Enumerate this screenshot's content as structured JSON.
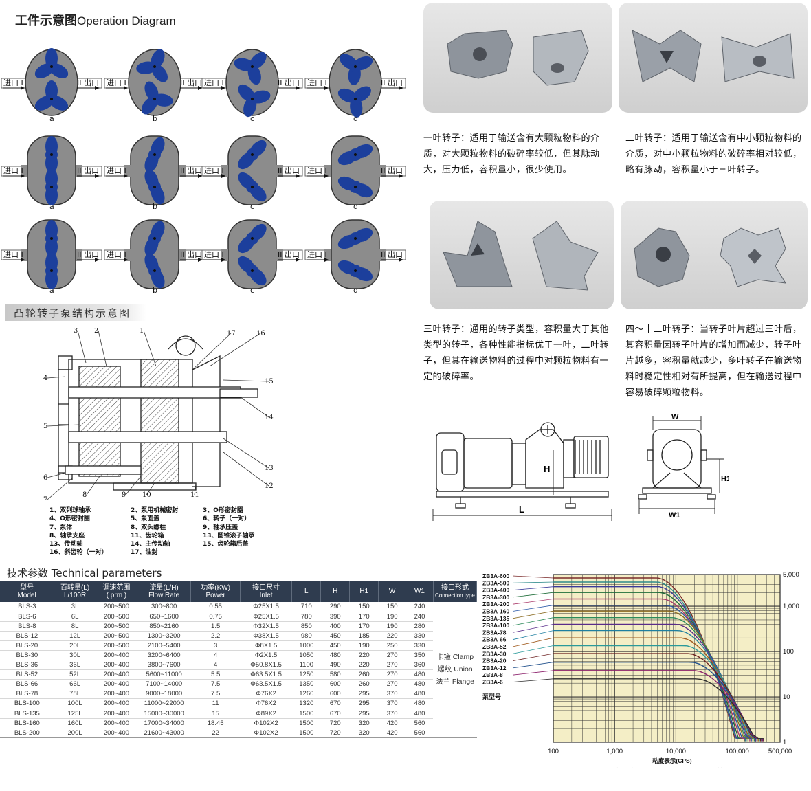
{
  "operation": {
    "title_cn": "工件示意图",
    "title_en": "Operation Diagram",
    "inlet": "进口",
    "inlet_mark": "I",
    "outlet": "出口",
    "outlet_mark": "II",
    "steps": [
      "a",
      "b",
      "c",
      "d"
    ]
  },
  "structure": {
    "title": "凸轮转子泵结构示意图",
    "callouts": [
      "1",
      "2",
      "3",
      "4",
      "5",
      "6",
      "7",
      "8",
      "9",
      "10",
      "11",
      "12",
      "13",
      "14",
      "15",
      "16",
      "17"
    ],
    "legend": [
      [
        "1、双列球轴承",
        "2、泵用机械密封",
        "3、O形密封圈"
      ],
      [
        "4、O形密封圈",
        "5、泵面盖",
        "6、转子（一对）"
      ],
      [
        "7、泵体",
        "8、双头螺柱",
        "9、轴承压盖"
      ],
      [
        "8、轴承支座",
        "11、齿轮箱",
        "13、圆锥滚子轴承"
      ],
      [
        "13、传动轴",
        "14、主传动轴",
        "15、齿轮箱后盖"
      ],
      [
        "16、斜齿轮（一对）",
        "17、油封",
        ""
      ]
    ]
  },
  "rotors": [
    {
      "desc": "一叶转子：适用于输送含有大颗粒物料的介质，对大颗粒物料的破碎率较低，但其脉动大，压力低，容积量小，很少使用。"
    },
    {
      "desc": "二叶转子：适用于输送含有中小颗粒物料的介质，对中小颗粒物料的破碎率相对较低，略有脉动，容积量小于三叶转子。"
    },
    {
      "desc": "三叶转子：通用的转子类型，容积量大于其他类型的转子，各种性能指标优于一叶，二叶转子，但其在输送物料的过程中对颗粒物料有一定的破碎率。"
    },
    {
      "desc": "四～十二叶转子：当转子叶片超过三叶后，其容积量因转子叶片的增加而减少，转子叶片越多，容积量就越少，多叶转子在输送物料时稳定性相对有所提高，但在输送过程中容易破碎颗粒物料。"
    }
  ],
  "dimensions": {
    "L": "L",
    "H": "H",
    "W": "W",
    "H1": "H1",
    "W1": "W1"
  },
  "tech": {
    "title": "技术参数 Technical parameters",
    "headers": [
      [
        "型号",
        "Model"
      ],
      [
        "百转量(L)",
        "L/100R"
      ],
      [
        "调速范围",
        "( prm )"
      ],
      [
        "流量(L/H)",
        "Flow Rate"
      ],
      [
        "功率(KW)",
        "Power"
      ],
      [
        "接口尺寸",
        "Inlet"
      ],
      [
        "L",
        ""
      ],
      [
        "H",
        ""
      ],
      [
        "H1",
        ""
      ],
      [
        "W",
        ""
      ],
      [
        "W1",
        ""
      ],
      [
        "接口形式",
        "Connection type"
      ]
    ],
    "rows": [
      [
        "BLS-3",
        "3L",
        "200~500",
        "300~800",
        "0.55",
        "Φ25X1.5",
        "710",
        "290",
        "150",
        "150",
        "240"
      ],
      [
        "BLS-6",
        "6L",
        "200~500",
        "650~1600",
        "0.75",
        "Φ25X1.5",
        "780",
        "390",
        "170",
        "190",
        "240"
      ],
      [
        "BLS-8",
        "8L",
        "200~500",
        "850~2160",
        "1.5",
        "Φ32X1.5",
        "850",
        "400",
        "170",
        "190",
        "280"
      ],
      [
        "BLS-12",
        "12L",
        "200~500",
        "1300~3200",
        "2.2",
        "Φ38X1.5",
        "980",
        "450",
        "185",
        "220",
        "330"
      ],
      [
        "BLS-20",
        "20L",
        "200~500",
        "2100~5400",
        "3",
        "Φ8X1.5",
        "1000",
        "450",
        "190",
        "250",
        "330"
      ],
      [
        "BLS-30",
        "30L",
        "200~400",
        "3200~6400",
        "4",
        "Φ2X1.5",
        "1050",
        "480",
        "220",
        "270",
        "350"
      ],
      [
        "BLS-36",
        "36L",
        "200~400",
        "3800~7600",
        "4",
        "Φ50.8X1.5",
        "1100",
        "490",
        "220",
        "270",
        "360"
      ],
      [
        "BLS-52",
        "52L",
        "200~400",
        "5600~11000",
        "5.5",
        "Φ63.5X1.5",
        "1250",
        "580",
        "260",
        "270",
        "480"
      ],
      [
        "BLS-66",
        "66L",
        "200~400",
        "7100~14000",
        "7.5",
        "Φ63.5X1.5",
        "1350",
        "600",
        "260",
        "270",
        "480"
      ],
      [
        "BLS-78",
        "78L",
        "200~400",
        "9000~18000",
        "7.5",
        "Φ76X2",
        "1260",
        "600",
        "295",
        "370",
        "480"
      ],
      [
        "BLS-100",
        "100L",
        "200~400",
        "11000~22000",
        "11",
        "Φ76X2",
        "1320",
        "670",
        "295",
        "370",
        "480"
      ],
      [
        "BLS-135",
        "125L",
        "200~400",
        "15000~30000",
        "15",
        "Φ89X2",
        "1500",
        "670",
        "295",
        "370",
        "480"
      ],
      [
        "BLS-160",
        "160L",
        "200~400",
        "17000~34000",
        "18.45",
        "Φ102X2",
        "1500",
        "720",
        "320",
        "420",
        "560"
      ],
      [
        "BLS-200",
        "200L",
        "200~400",
        "21600~43000",
        "22",
        "Φ102X2",
        "1500",
        "720",
        "320",
        "420",
        "560"
      ]
    ],
    "connection": [
      "卡箍 Clamp",
      "螺纹 Union",
      "法兰 Flange"
    ]
  },
  "chart_data": {
    "type": "line",
    "title": "粘度及流量极限图表(以压力为零时的选择)",
    "xlabel": "粘度表示(CPS)",
    "ylabel": "",
    "x_scale": "log",
    "y_scale": "log",
    "xlim": [
      100,
      500000
    ],
    "ylim": [
      1,
      5000
    ],
    "x_ticks": [
      "100",
      "1,000",
      "10,000",
      "100,000",
      "500,000"
    ],
    "y_ticks": [
      "5,000",
      "1,000",
      "100",
      "10",
      "1"
    ],
    "legend_title": "泵型号",
    "series": [
      {
        "name": "ZB3A-600",
        "color": "#7a2a2a",
        "flat": 4200,
        "knee": 5000,
        "end": 130000
      },
      {
        "name": "ZB3A-500",
        "color": "#2c8a8a",
        "flat": 3400,
        "knee": 5000,
        "end": 135000
      },
      {
        "name": "ZB3A-400",
        "color": "#3b3b9a",
        "flat": 2700,
        "knee": 5200,
        "end": 140000
      },
      {
        "name": "ZB3A-300",
        "color": "#1f6e3a",
        "flat": 2000,
        "knee": 5500,
        "end": 150000
      },
      {
        "name": "ZB3A-200",
        "color": "#aa3a6a",
        "flat": 1450,
        "knee": 6000,
        "end": 160000
      },
      {
        "name": "ZB3A-160",
        "color": "#2c5aa8",
        "flat": 1050,
        "knee": 7000,
        "end": 170000
      },
      {
        "name": "ZB3A-135",
        "color": "#8a6a20",
        "flat": 780,
        "knee": 8000,
        "end": 180000
      },
      {
        "name": "ZB3A-100",
        "color": "#2c8a5a",
        "flat": 560,
        "knee": 9000,
        "end": 190000
      },
      {
        "name": "ZB3A-78",
        "color": "#5a2c8a",
        "flat": 400,
        "knee": 10000,
        "end": 200000
      },
      {
        "name": "ZB3A-66",
        "color": "#1e7fa0",
        "flat": 290,
        "knee": 11000,
        "end": 210000
      },
      {
        "name": "ZB3A-52",
        "color": "#a05a1e",
        "flat": 200,
        "knee": 12000,
        "end": 220000
      },
      {
        "name": "ZB3A-30",
        "color": "#2a9a9a",
        "flat": 135,
        "knee": 14000,
        "end": 230000
      },
      {
        "name": "ZB3A-20",
        "color": "#6a1e1e",
        "flat": 90,
        "knee": 16000,
        "end": 240000
      },
      {
        "name": "ZB3A-12",
        "color": "#1e4e8a",
        "flat": 58,
        "knee": 18000,
        "end": 250000
      },
      {
        "name": "ZB3A-8",
        "color": "#8a1e6a",
        "flat": 38,
        "knee": 20000,
        "end": 260000
      },
      {
        "name": "ZB3A-6",
        "color": "#2e2e2e",
        "flat": 25,
        "knee": 22000,
        "end": 270000
      }
    ]
  },
  "colors": {
    "rotor_blue": "#1c3f9c",
    "casing_gray": "#8c8c8c",
    "header_bg": "#2f3c4f",
    "chart_bg": "#f4eec6"
  }
}
